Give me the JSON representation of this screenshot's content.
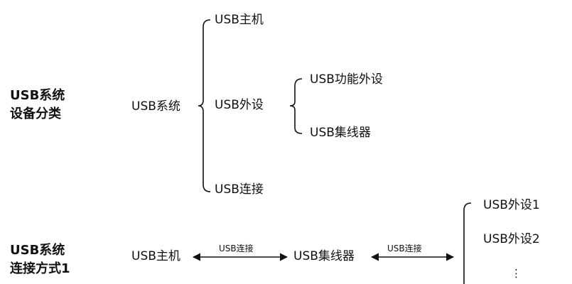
{
  "classification": {
    "title_line1": "USB系统",
    "title_line2": "设备分类",
    "root": "USB系统",
    "host": "USB主机",
    "device": "USB外设",
    "device_children": [
      "USB功能外设",
      "USB集线器"
    ],
    "connection": "USB连接"
  },
  "connection_mode": {
    "title_line1": "USB系统",
    "title_line2": "连接方式1",
    "host": "USB主机",
    "link_label_1": "USB连接",
    "hub": "USB集线器",
    "link_label_2": "USB连接",
    "peripherals": [
      "USB外设1",
      "USB外设2"
    ],
    "more": "⋮"
  }
}
